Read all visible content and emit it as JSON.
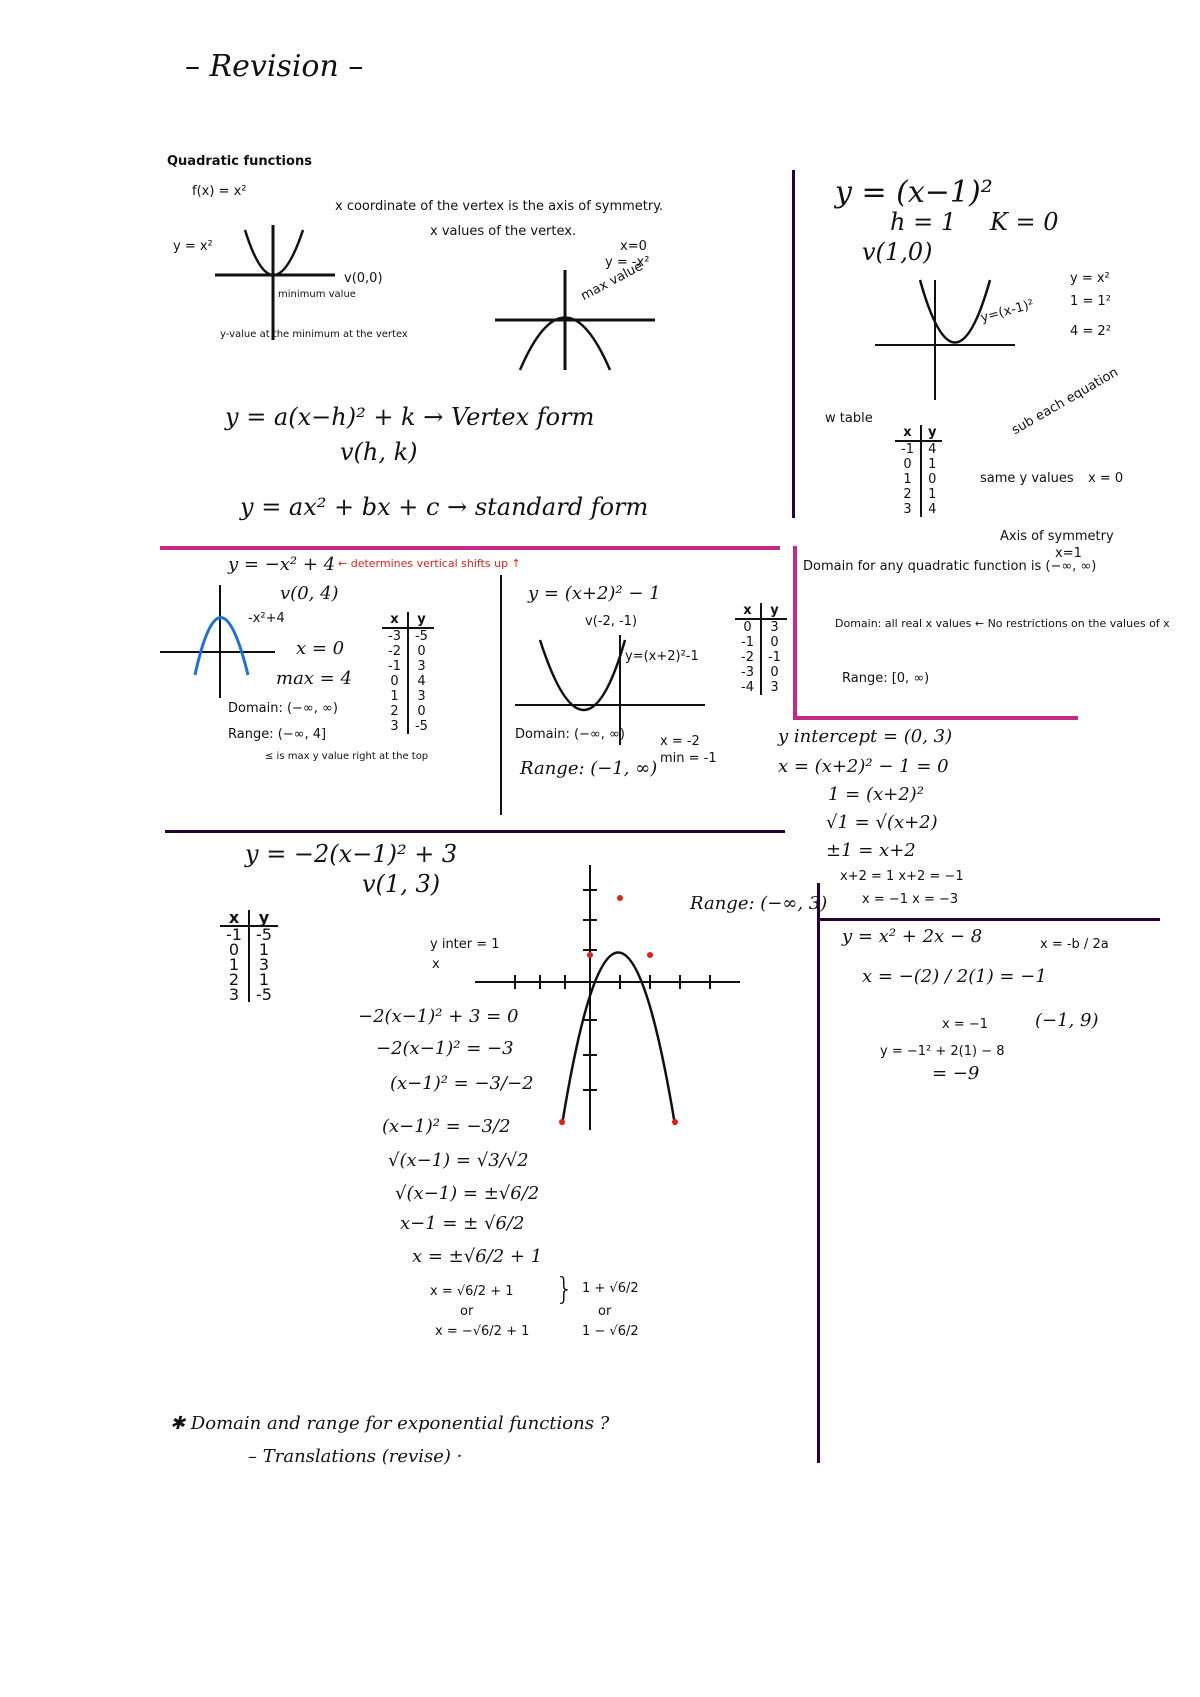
{
  "title": "– Revision –",
  "section1": {
    "heading": "Quadratic functions",
    "fx": "f(x) = x²",
    "graph_label": "y = x²",
    "vertex_label": "v(0,0)",
    "note_x_coord": "x coordinate of the vertex is the axis of symmetry.",
    "note_x_values": "x values of the vertex.",
    "small_domain": "x=0",
    "small_y": "y = -x²",
    "max_value": "max value",
    "annotation_minimum": "minimum value",
    "annotation_y": "y-value at the minimum at the vertex",
    "vertex_form": "y = a(x−h)² + k → Vertex form",
    "vertex_point": "v(h, k)",
    "standard_form": "y = ax² + bx + c → standard form"
  },
  "right_top": {
    "eq": "y = (x−1)²",
    "h": "h = 1",
    "k": "K = 0",
    "v": "v(1,0)",
    "curve_label": "y=(x-1)²",
    "notes": [
      "y = x²",
      "1 = 1²",
      "4 = 2²"
    ],
    "sub_each": "sub each equation",
    "w_table": "w table",
    "table_head": [
      "x",
      "y"
    ],
    "table_rows": [
      [
        "-1",
        "4"
      ],
      [
        "0",
        "1"
      ],
      [
        "1",
        "0"
      ],
      [
        "2",
        "1"
      ],
      [
        "3",
        "4"
      ]
    ],
    "same_y": "same y values",
    "x_eq": "x = 0",
    "axis_sym": "Axis of symmetry",
    "axis_val": "x=1"
  },
  "section2": {
    "eq": "y = −x² + 4",
    "red_note": "← determines vertical shifts up ↑",
    "vertex": "v(0, 4)",
    "curve_label": "-x²+4",
    "x0": "x = 0",
    "max": "max = 4",
    "domain": "Domain: (−∞, ∞)",
    "range": "Range: (−∞, 4]",
    "range_note": "≤ is max y value right at the top",
    "table_head": [
      "x",
      "y"
    ],
    "table_rows": [
      [
        "-3",
        "-5"
      ],
      [
        "-2",
        "0"
      ],
      [
        "-1",
        "3"
      ],
      [
        "0",
        "4"
      ],
      [
        "1",
        "3"
      ],
      [
        "2",
        "0"
      ],
      [
        "3",
        "-5"
      ]
    ]
  },
  "section3": {
    "eq": "y = (x+2)² − 1",
    "vertex": "v(-2, -1)",
    "curve_label": "y=(x+2)²-1",
    "domain": "Domain: (−∞, ∞)",
    "range": "Range: (−1, ∞)",
    "x2": "x = -2",
    "min": "min = -1",
    "table_head": [
      "x",
      "y"
    ],
    "table_rows": [
      [
        "0",
        "3"
      ],
      [
        "-1",
        "0"
      ],
      [
        "-2",
        "-1"
      ],
      [
        "-3",
        "0"
      ],
      [
        "-4",
        "3"
      ]
    ]
  },
  "section4": {
    "domain_title": "Domain for any quadratic function is (−∞, ∞)",
    "domain_note": "Domain: all real x values ← No restrictions on the values of x",
    "range": "Range: [0, ∞)",
    "intercept": "y intercept = (0, 3)",
    "steps": [
      "x = (x+2)² − 1 = 0",
      "1 = (x+2)²",
      "√1 = √(x+2)",
      "±1 = x+2",
      "x+2 = 1   x+2 = −1",
      "x = −1   x = −3"
    ]
  },
  "section5": {
    "eq": "y = x² + 2x − 8",
    "formula": "x = -b / 2a",
    "step1": "x = −(2) / 2(1) = −1",
    "step2": "x = −1",
    "point": "(−1, 9)",
    "step3": "y = −1² + 2(1) − 8",
    "step4": "= −9"
  },
  "section6": {
    "eq": "y = −2(x−1)² + 3",
    "vertex": "v(1, 3)",
    "range": "Range: (−∞, 3)",
    "y_int": "y inter = 1",
    "x_lab": "x",
    "table_head": [
      "x",
      "y"
    ],
    "table_rows": [
      [
        "-1",
        "-5"
      ],
      [
        "0",
        "1"
      ],
      [
        "1",
        "3"
      ],
      [
        "2",
        "1"
      ],
      [
        "3",
        "-5"
      ]
    ],
    "work": [
      "−2(x−1)² + 3 = 0",
      "−2(x−1)² = −3",
      "(x−1)² = −3/−2",
      "(x−1)² = −3/2",
      "√(x−1) = √3/√2",
      "√(x−1) = ±√6/2",
      "x−1 = ± √6/2",
      "x = ±√6/2 + 1",
      "x = √6/2 + 1",
      "or",
      "x = −√6/2 + 1"
    ],
    "results": [
      "1 + √6/2",
      "or",
      "1 − √6/2"
    ]
  },
  "footer": {
    "q": "✱ Domain and range for exponential functions ?",
    "t": "– Translations (revise) ·"
  }
}
